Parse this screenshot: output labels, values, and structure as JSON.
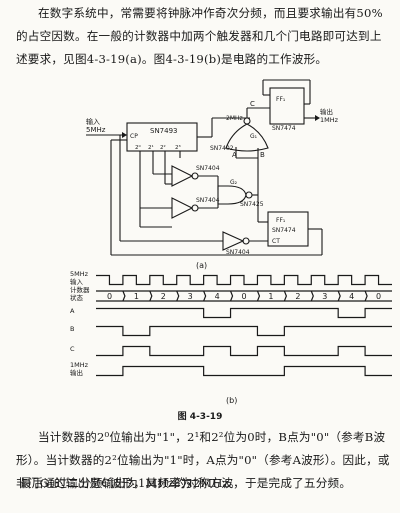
{
  "paragraph_1": "在数字系统中，常需要将钟脉冲作奇次分频，而且要求输出有50%的占空因数。在一般的计数器中加两个触发器和几个门电路即可达到上述要求，见图4-3-19(a)。图4-3-19(b)是电路的工作波形。",
  "paragraph_2": "当计数器的2⁰位输出为\"1\"，2¹和2²位为0时，B点为\"0\"（参考B波形）。当计数器的2²位输出为\"1\"时，A点为\"0\"（参考A波形）。因此，或非门G₁的输出是C波形，其频率为2MHz。",
  "paragraph_3": "最后通过二分频输出为1MHz的对称方波，于是完成了五分频。",
  "circuit": {
    "input_label_1": "输入",
    "input_label_2": "5MHz",
    "counter_chip": "SN7493",
    "cp_pin": "CP",
    "bit_labels": [
      "2⁰",
      "2¹",
      "2²",
      "2³"
    ],
    "inverter_1": "SN7404",
    "inverter_2": "SN7404",
    "inverter_3": "SN7404",
    "gate_g1_chip": "SN7402",
    "gate_g1": "G₁",
    "gate_g2_chip": "SN7425",
    "gate_g2": "G₂",
    "ff_top_chip": "SN7474",
    "ff_top_label": "FF₁",
    "ff_bottom_chip": "SN7474",
    "ff_bottom_label": "FF₁",
    "ff_ct": "CT",
    "freq_label": "2MHz",
    "point_a": "A",
    "point_b": "B",
    "point_c": "C",
    "output_label_1": "输出",
    "output_label_2": "1MHz",
    "caption_a": "(a)"
  },
  "waveform": {
    "row_labels": [
      [
        "5MHz",
        "输入"
      ],
      [
        "计数器",
        "状态"
      ],
      [
        "A"
      ],
      [
        "B"
      ],
      [
        "C"
      ],
      [
        "1MHz",
        "输出"
      ]
    ],
    "states": [
      "0",
      "1",
      "2",
      "3",
      "4",
      "0",
      "1",
      "2",
      "3",
      "4",
      "0"
    ],
    "caption_b": "(b)"
  },
  "figure_caption": "图 4-3-19"
}
